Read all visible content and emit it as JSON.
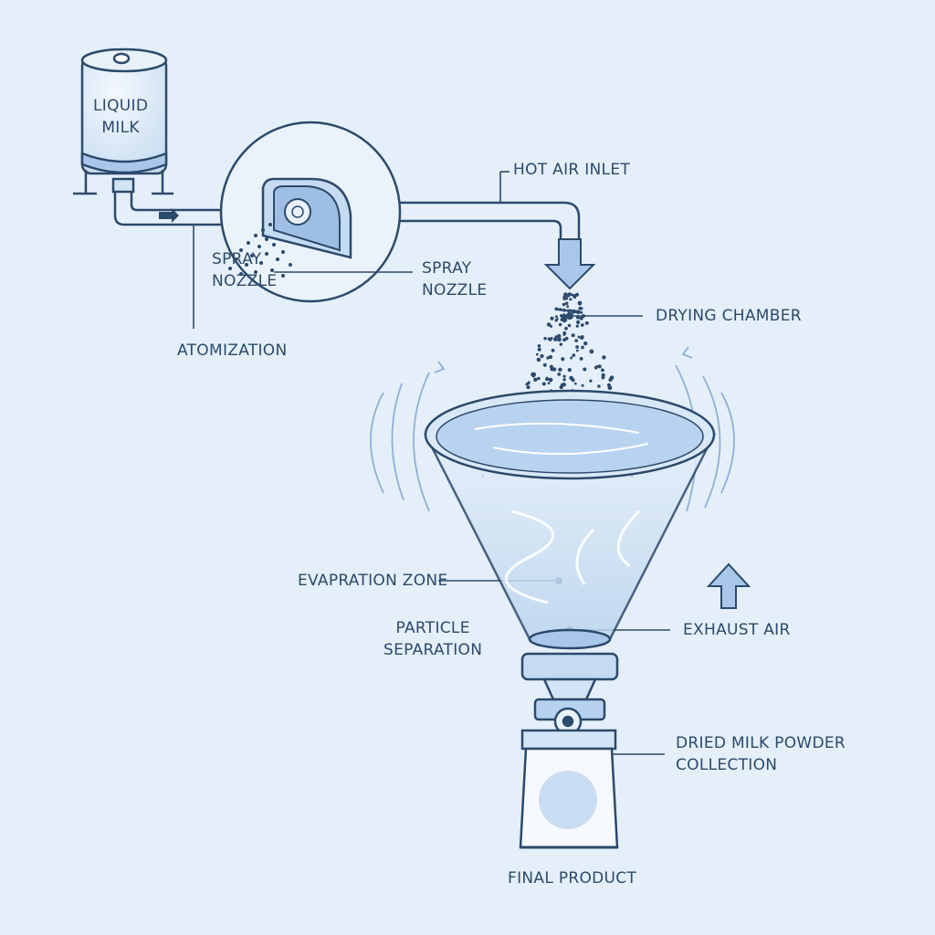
{
  "labels": {
    "tank_line1": "LIQUID",
    "tank_line2": "MILK",
    "spray_nozzle_inner_line1": "SPRAY",
    "spray_nozzle_inner_line2": "NOZZLE",
    "spray_nozzle_outer_line1": "SPRAY",
    "spray_nozzle_outer_line2": "NOZZLE",
    "atomization": "ATOMIZATION",
    "hot_air_inlet": "HOT AIR INLET",
    "drying_chamber": "DRYING CHAMBER",
    "evaporation_zone": "EVAPRATION ZONE",
    "particle_separation_line1": "PARTICLE",
    "particle_separation_line2": "SEPARATION",
    "exhaust_air": "EXHAUST AIR",
    "powder_collection_line1": "DRIED MILK POWDER",
    "powder_collection_line2": "COLLECTION",
    "final_product": "FINAL PRODUCT"
  },
  "colors": {
    "background": "#e4eff9",
    "line": "#2c4a6b",
    "fill_light": "#d3e4f6",
    "fill_mid": "#b7d2ef",
    "accent": "#7fa6d6"
  }
}
